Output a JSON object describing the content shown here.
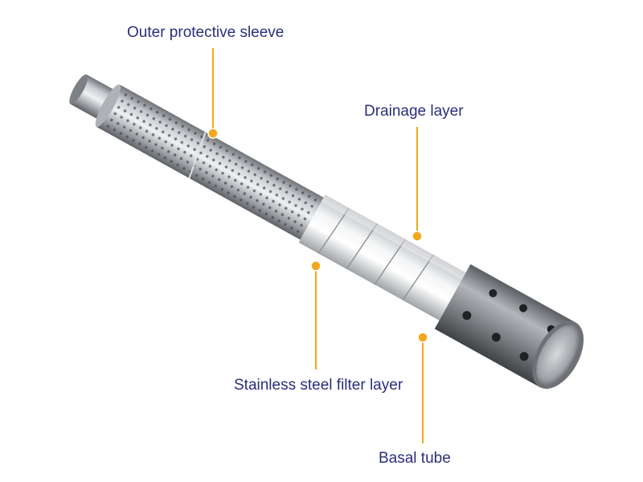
{
  "labels": {
    "outer_sleeve": "Outer protective sleeve",
    "drainage_layer": "Drainage layer",
    "filter_layer": "Stainless steel filter layer",
    "basal_tube": "Basal tube"
  },
  "colors": {
    "label_text": "#2b2e7a",
    "leader_line": "#f2a71b",
    "marker": "#f2a71b",
    "steel": "#9a9ea3",
    "background": "#ffffff"
  }
}
